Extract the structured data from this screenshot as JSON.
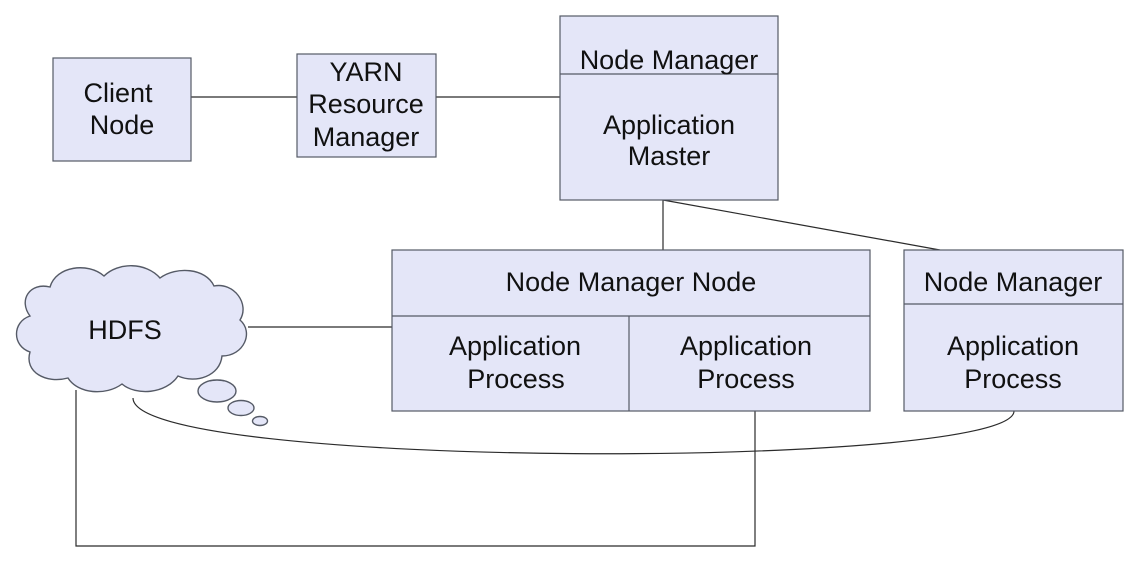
{
  "diagram": {
    "client_node": [
      "Client",
      "Node"
    ],
    "yarn_rm": [
      "YARN",
      "Resource",
      "Manager"
    ],
    "nm_top": {
      "header": "Node Manager",
      "body": [
        "Application",
        "Master"
      ]
    },
    "nm_node": {
      "header": "Node Manager Node",
      "process_left": [
        "Application",
        "Process"
      ],
      "process_right": [
        "Application",
        "Process"
      ]
    },
    "nm_right": {
      "header": "Node Manager",
      "body": [
        "Application",
        "Process"
      ]
    },
    "hdfs": "HDFS"
  },
  "colors": {
    "box_fill": "#e4e6f8",
    "box_stroke": "#555a66",
    "line": "#2b2b2b"
  }
}
